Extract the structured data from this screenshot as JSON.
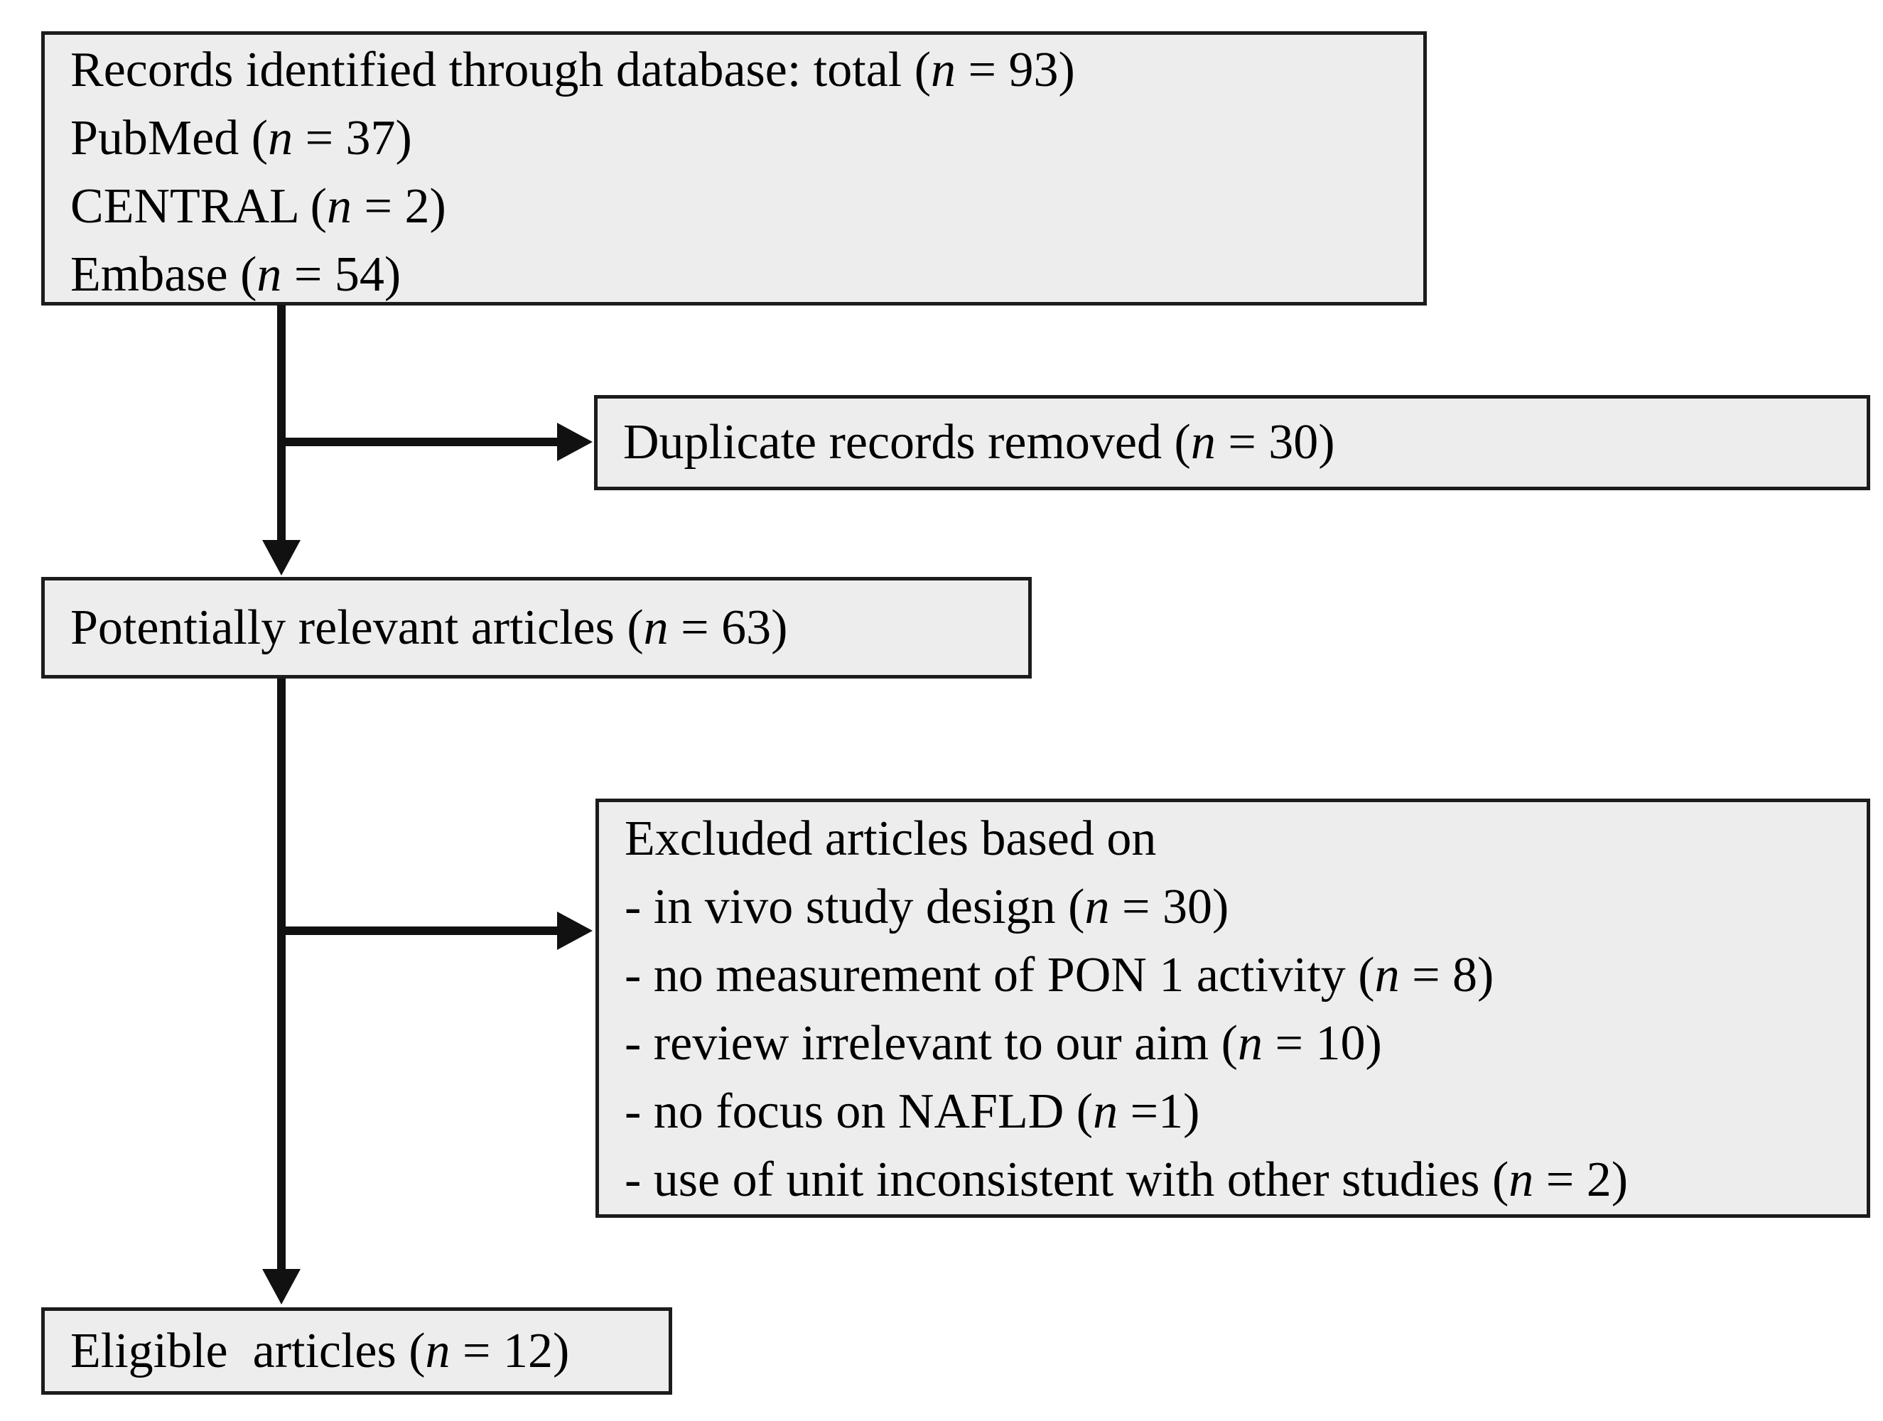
{
  "styles": {
    "page_bg": "#ffffff",
    "box_fill": "#ededed",
    "box_border": "#1c1c1c",
    "arrow_color": "#111111",
    "text_color": "#000000"
  },
  "flow": {
    "records": {
      "lines": [
        "Records identified through database: total (n = 93)",
        "PubMed (n = 37)",
        "CENTRAL (n = 2)",
        "Embase (n = 54)"
      ]
    },
    "duplicates": {
      "label": "Duplicate records removed (n = 30)"
    },
    "relevant": {
      "label": "Potentially relevant articles (n = 63)"
    },
    "excluded": {
      "heading": "Excluded articles based on",
      "items": [
        "- in vivo study design (n = 30)",
        "- no measurement of PON 1 activity (n = 8)",
        "- review irrelevant to our aim (n = 10)",
        "- no focus on NAFLD (n =1)",
        "- use of unit inconsistent with other studies (n = 2)"
      ]
    },
    "eligible": {
      "label": "Eligible  articles (n = 12)"
    }
  }
}
